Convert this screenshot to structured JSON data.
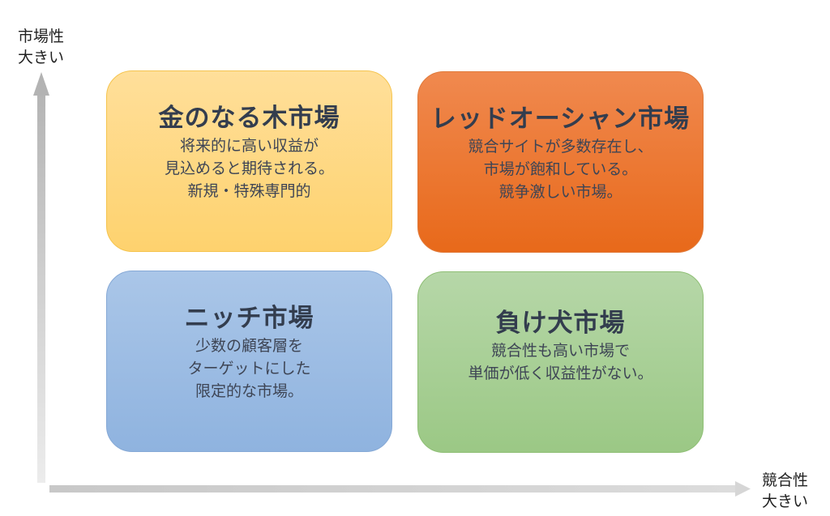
{
  "axes": {
    "y_label_line1": "市場性",
    "y_label_line2": "大きい",
    "x_label_line1": "競合性",
    "x_label_line2": "大きい"
  },
  "quadrants": [
    {
      "id": "top-left",
      "title": "金のなる木市場",
      "lines": [
        "将来的に高い収益が",
        "見込めると期待される。",
        "新規・特殊専門的"
      ],
      "color": "#fed77f"
    },
    {
      "id": "top-right",
      "title": "レッドオーシャン市場",
      "lines": [
        "競合サイトが多数存在し、",
        "市場が飽和している。",
        "競争激しい市場。"
      ],
      "color": "#ec7628"
    },
    {
      "id": "bottom-left",
      "title": "ニッチ市場",
      "lines": [
        "少数の顧客層を",
        "ターゲットにした",
        "限定的な市場。"
      ],
      "color": "#9dbde3"
    },
    {
      "id": "bottom-right",
      "title": "負け犬市場",
      "lines": [
        "競合性も高い市場で",
        "単価が低く収益性がない。"
      ],
      "color": "#a8cf95"
    }
  ]
}
